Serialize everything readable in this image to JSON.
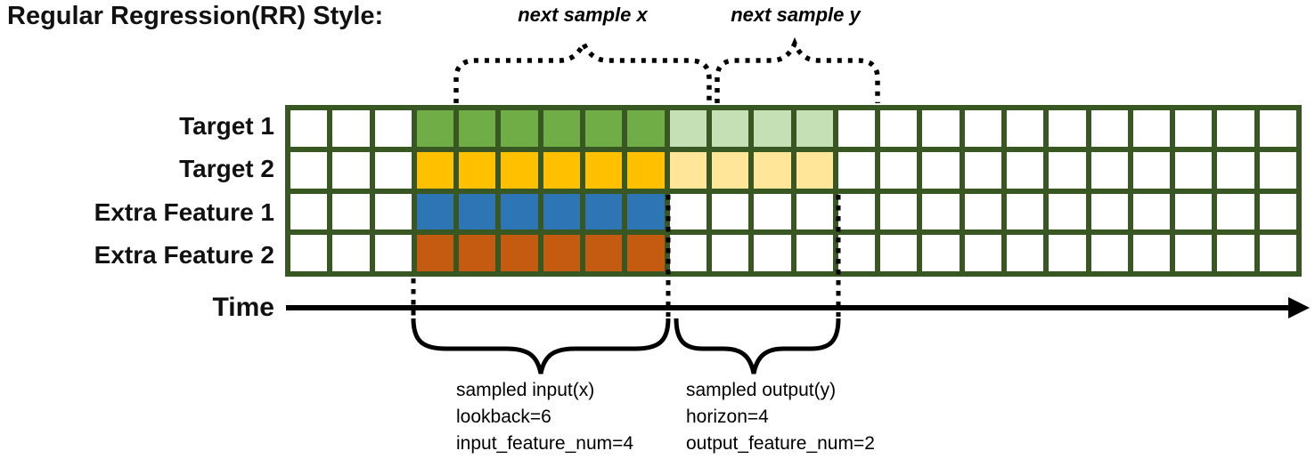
{
  "title": "Regular Regression(RR) Style:",
  "colors": {
    "grid_border": "#385723",
    "cell_white": "#ffffff",
    "target1_green": "#70AD47",
    "target1_green_light": "#C5E0B4",
    "target2_yellow": "#FFC000",
    "target2_yellow_light": "#FFE699",
    "feature1_blue": "#2E75B6",
    "feature2_orange": "#C55A11",
    "line_black": "#000000"
  },
  "top_annotations": [
    {
      "label": "next sample x"
    },
    {
      "label": "next sample y"
    }
  ],
  "grid": {
    "columns": 24,
    "rows": [
      {
        "label": "Target 1",
        "segments": [
          {
            "start": 3,
            "len": 6,
            "color": "target1_green"
          },
          {
            "start": 9,
            "len": 4,
            "color": "target1_green_light"
          }
        ]
      },
      {
        "label": "Target 2",
        "segments": [
          {
            "start": 3,
            "len": 6,
            "color": "target2_yellow"
          },
          {
            "start": 9,
            "len": 4,
            "color": "target2_yellow_light"
          }
        ]
      },
      {
        "label": "Extra Feature 1",
        "segments": [
          {
            "start": 3,
            "len": 6,
            "color": "feature1_blue"
          }
        ]
      },
      {
        "label": "Extra Feature 2",
        "segments": [
          {
            "start": 3,
            "len": 6,
            "color": "feature2_orange"
          }
        ]
      }
    ]
  },
  "time_axis": {
    "label": "Time"
  },
  "bottom_annotations": [
    {
      "title": "sampled input(x)",
      "lines": [
        "lookback=6",
        "input_feature_num=4"
      ]
    },
    {
      "title": "sampled output(y)",
      "lines": [
        "horizon=4",
        "output_feature_num=2"
      ]
    }
  ]
}
